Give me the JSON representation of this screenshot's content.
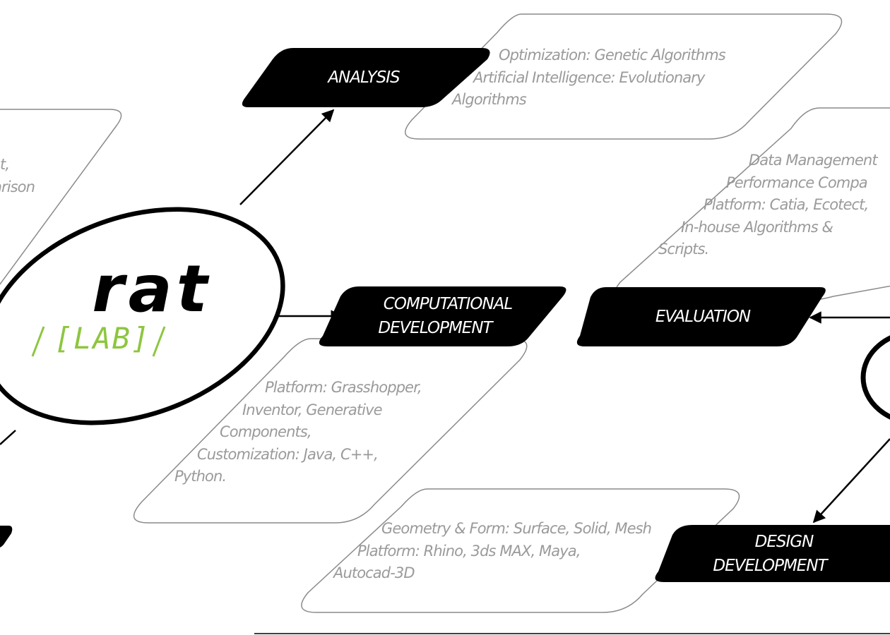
{
  "colors": {
    "stage_fill": "#000000",
    "stage_text": "#ffffff",
    "description_text": "#9a9a9a",
    "card_border": "#8a8a8a",
    "connector": "#000000",
    "logo_accent": "#8dc63f"
  },
  "logo": {
    "name": "rat",
    "sub": "[LAB]"
  },
  "stages": {
    "analysis": {
      "lines": [
        "ANALYSIS"
      ]
    },
    "computational": {
      "lines": [
        "COMPUTATIONAL",
        "DEVELOPMENT"
      ]
    },
    "evaluation": {
      "lines": [
        "EVALUATION"
      ]
    },
    "design": {
      "lines": [
        "DESIGN",
        "DEVELOPMENT"
      ]
    }
  },
  "descriptions": {
    "left_partial": {
      "lines": [
        "t,",
        "arison",
        ""
      ]
    },
    "analysis": {
      "lines": [
        "Optimization: Genetic Algorithms",
        "Artificial Intelligence: Evolutionary",
        "Algorithms"
      ]
    },
    "evaluation": {
      "lines": [
        "Data Management",
        "Performance  Compa",
        "Platform: Catia, Ecotect,",
        "In-house Algorithms &",
        "Scripts."
      ]
    },
    "computational": {
      "lines": [
        "Platform: Grasshopper,",
        "Inventor, Generative",
        "Components,",
        "Customization: Java, C++,",
        "Python."
      ]
    },
    "design": {
      "lines": [
        "Geometry & Form: Surface, Solid, Mesh",
        "Platform: Rhino, 3ds MAX, Maya,",
        "Autocad-3D"
      ]
    }
  }
}
